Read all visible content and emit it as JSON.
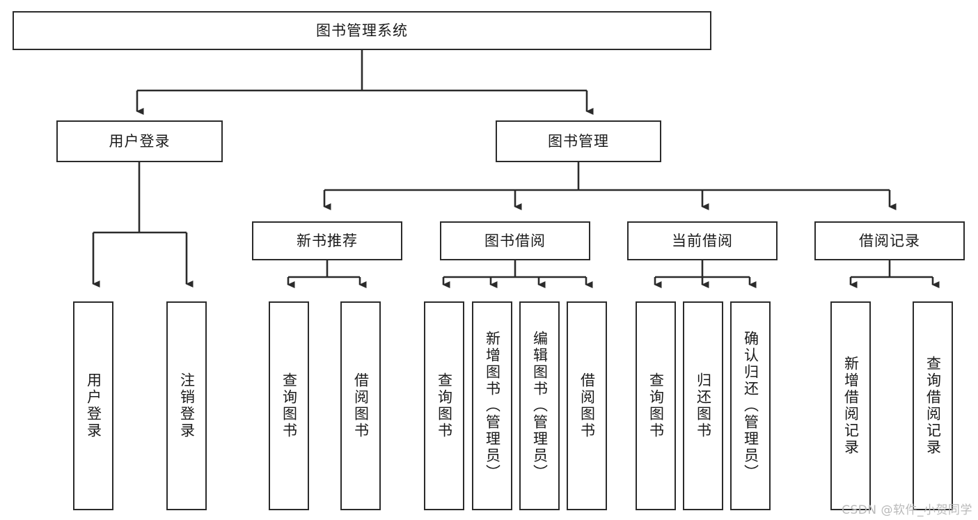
{
  "diagram": {
    "type": "tree",
    "title": "图书管理系统",
    "watermark": "CSDN @软件_小贺同学",
    "levels": {
      "root": {
        "label": "图书管理系统"
      },
      "level2": [
        {
          "id": "user-login",
          "label": "用户登录"
        },
        {
          "id": "book-manage",
          "label": "图书管理"
        }
      ],
      "level3": [
        {
          "id": "new-book-recommend",
          "label": "新书推荐"
        },
        {
          "id": "book-borrow",
          "label": "图书借阅"
        },
        {
          "id": "current-borrow",
          "label": "当前借阅"
        },
        {
          "id": "borrow-record",
          "label": "借阅记录"
        }
      ],
      "leaves": [
        {
          "id": "leaf-user-login",
          "parent": "user-login",
          "label": "用户登录"
        },
        {
          "id": "leaf-logout-login",
          "parent": "user-login",
          "label": "注销登录"
        },
        {
          "id": "leaf-query-book-1",
          "parent": "new-book-recommend",
          "label": "查询图书"
        },
        {
          "id": "leaf-borrow-book-1",
          "parent": "new-book-recommend",
          "label": "借阅图书"
        },
        {
          "id": "leaf-query-book-2",
          "parent": "book-borrow",
          "label": "查询图书"
        },
        {
          "id": "leaf-add-book-admin",
          "parent": "book-borrow",
          "label": "新增图书（管理员）"
        },
        {
          "id": "leaf-edit-book-admin",
          "parent": "book-borrow",
          "label": "编辑图书（管理员）"
        },
        {
          "id": "leaf-borrow-book-2",
          "parent": "book-borrow",
          "label": "借阅图书"
        },
        {
          "id": "leaf-query-book-3",
          "parent": "current-borrow",
          "label": "查询图书"
        },
        {
          "id": "leaf-return-book",
          "parent": "current-borrow",
          "label": "归还图书"
        },
        {
          "id": "leaf-confirm-return",
          "parent": "current-borrow",
          "label": "确认归还（管理员）"
        },
        {
          "id": "leaf-add-record",
          "parent": "borrow-record",
          "label": "新增借阅记录"
        },
        {
          "id": "leaf-query-record",
          "parent": "borrow-record",
          "label": "查询借阅记录"
        }
      ]
    },
    "colors": {
      "stroke": "#2b2b2b",
      "fill": "#ffffff",
      "text": "#1a1a1a",
      "watermark": "#b9b9b9"
    }
  }
}
